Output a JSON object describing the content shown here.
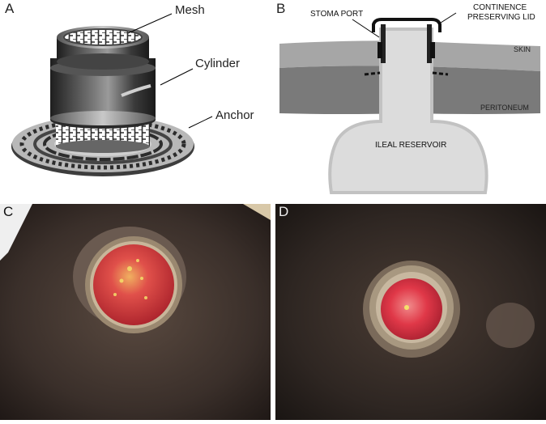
{
  "panels": {
    "a": {
      "letter": "A",
      "labels": {
        "mesh": "Mesh",
        "cylinder": "Cylinder",
        "anchor": "Anchor"
      }
    },
    "b": {
      "letter": "B",
      "labels": {
        "stoma_port": "STOMA PORT",
        "lid_line1": "CONTINENCE",
        "lid_line2": "PRESERVING LID",
        "skin": "SKIN",
        "peritoneum": "PERITONEUM",
        "reservoir": "ILEAL RESERVOIR"
      }
    },
    "c": {
      "letter": "C"
    },
    "d": {
      "letter": "D"
    }
  },
  "colors": {
    "skin": "#a6a6a6",
    "peritoneum": "#7a7a7a",
    "reservoir": "#dcdcdc",
    "device_dark": "#3a3a3a",
    "photo_fur": "#2c2421",
    "stoma_red": "#d8323a",
    "ring_metal": "#8c7a66"
  }
}
